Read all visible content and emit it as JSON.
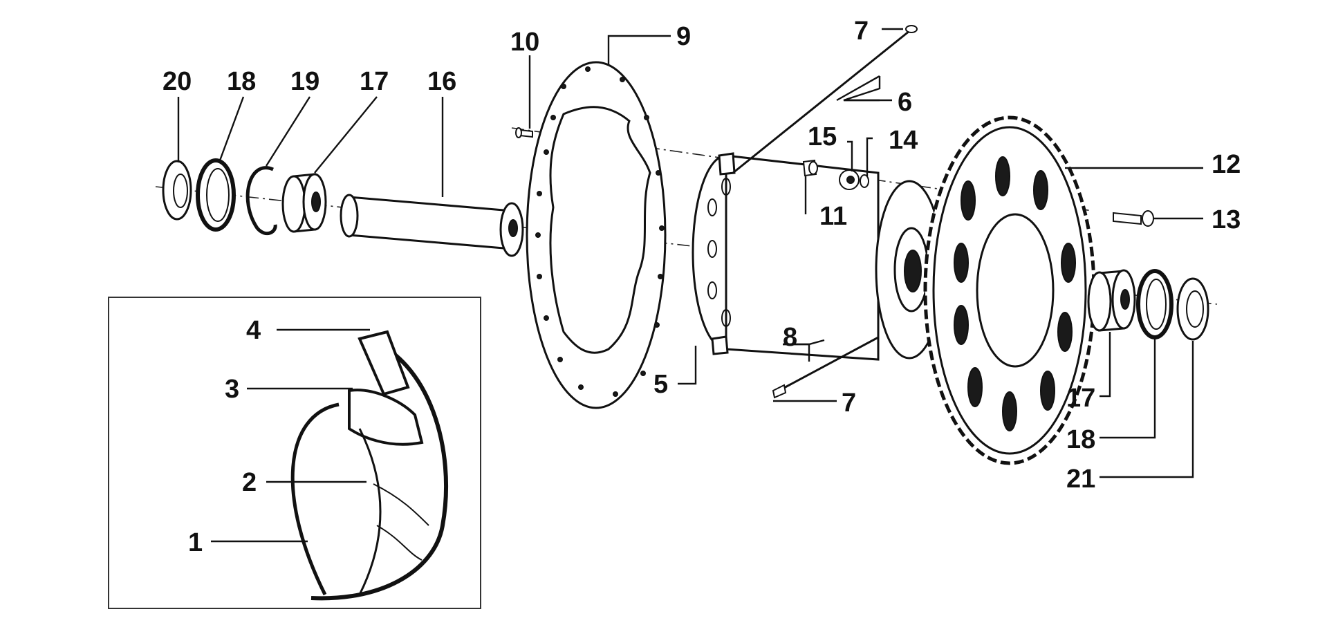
{
  "diagram": {
    "title": "",
    "callouts": [
      {
        "id": "c1",
        "label": "1"
      },
      {
        "id": "c2",
        "label": "2"
      },
      {
        "id": "c3",
        "label": "3"
      },
      {
        "id": "c4",
        "label": "4"
      },
      {
        "id": "c5",
        "label": "5"
      },
      {
        "id": "c6",
        "label": "6"
      },
      {
        "id": "c7a",
        "label": "7"
      },
      {
        "id": "c7b",
        "label": "7"
      },
      {
        "id": "c8",
        "label": "8"
      },
      {
        "id": "c9",
        "label": "9"
      },
      {
        "id": "c10",
        "label": "10"
      },
      {
        "id": "c11",
        "label": "11"
      },
      {
        "id": "c12",
        "label": "12"
      },
      {
        "id": "c13",
        "label": "13"
      },
      {
        "id": "c14",
        "label": "14"
      },
      {
        "id": "c15",
        "label": "15"
      },
      {
        "id": "c16",
        "label": "16"
      },
      {
        "id": "c17a",
        "label": "17"
      },
      {
        "id": "c17b",
        "label": "17"
      },
      {
        "id": "c18a",
        "label": "18"
      },
      {
        "id": "c18b",
        "label": "18"
      },
      {
        "id": "c19",
        "label": "19"
      },
      {
        "id": "c20",
        "label": "20"
      },
      {
        "id": "c21",
        "label": "21"
      }
    ]
  },
  "colors": {
    "line": "#111111",
    "background": "#ffffff"
  }
}
